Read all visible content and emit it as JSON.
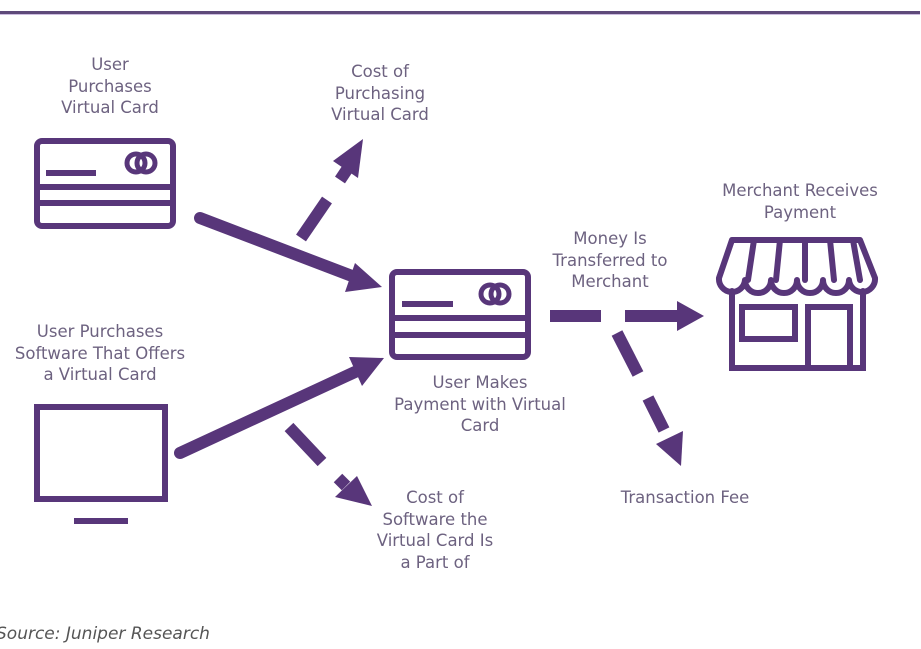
{
  "colors": {
    "accent": "#58367a",
    "label": "#6d6280",
    "rule": "#5e4a7a"
  },
  "nodes": {
    "user_purchases_card": {
      "label": "User\nPurchases\nVirtual Card",
      "icon": "credit-card-icon"
    },
    "cost_purchasing_card": {
      "label": "Cost of\nPurchasing\nVirtual Card"
    },
    "user_purchases_software": {
      "label": "User Purchases\nSoftware That Offers\na Virtual Card",
      "icon": "monitor-icon"
    },
    "user_makes_payment": {
      "label": "User Makes\nPayment with Virtual\nCard",
      "icon": "credit-card-icon"
    },
    "cost_software": {
      "label": "Cost of\nSoftware the\nVirtual Card Is\na Part of"
    },
    "money_transferred": {
      "label": "Money Is\nTransferred to\nMerchant"
    },
    "merchant_receives": {
      "label": "Merchant Receives\nPayment",
      "icon": "storefront-icon"
    },
    "transaction_fee": {
      "label": "Transaction Fee"
    }
  },
  "edges": [
    {
      "from": "user_purchases_card",
      "to": "user_makes_payment",
      "style": "solid"
    },
    {
      "from": "user_purchases_software",
      "to": "user_makes_payment",
      "style": "solid"
    },
    {
      "from": "user_purchases_card",
      "to": "cost_purchasing_card",
      "style": "dashed"
    },
    {
      "from": "user_purchases_software",
      "to": "cost_software",
      "style": "dashed"
    },
    {
      "from": "user_makes_payment",
      "to": "merchant_receives",
      "style": "dashed",
      "label": "Money Is Transferred to Merchant"
    },
    {
      "from": "money_transferred",
      "to": "transaction_fee",
      "style": "dashed"
    }
  ],
  "footer": {
    "source": "Source: Juniper Research"
  }
}
